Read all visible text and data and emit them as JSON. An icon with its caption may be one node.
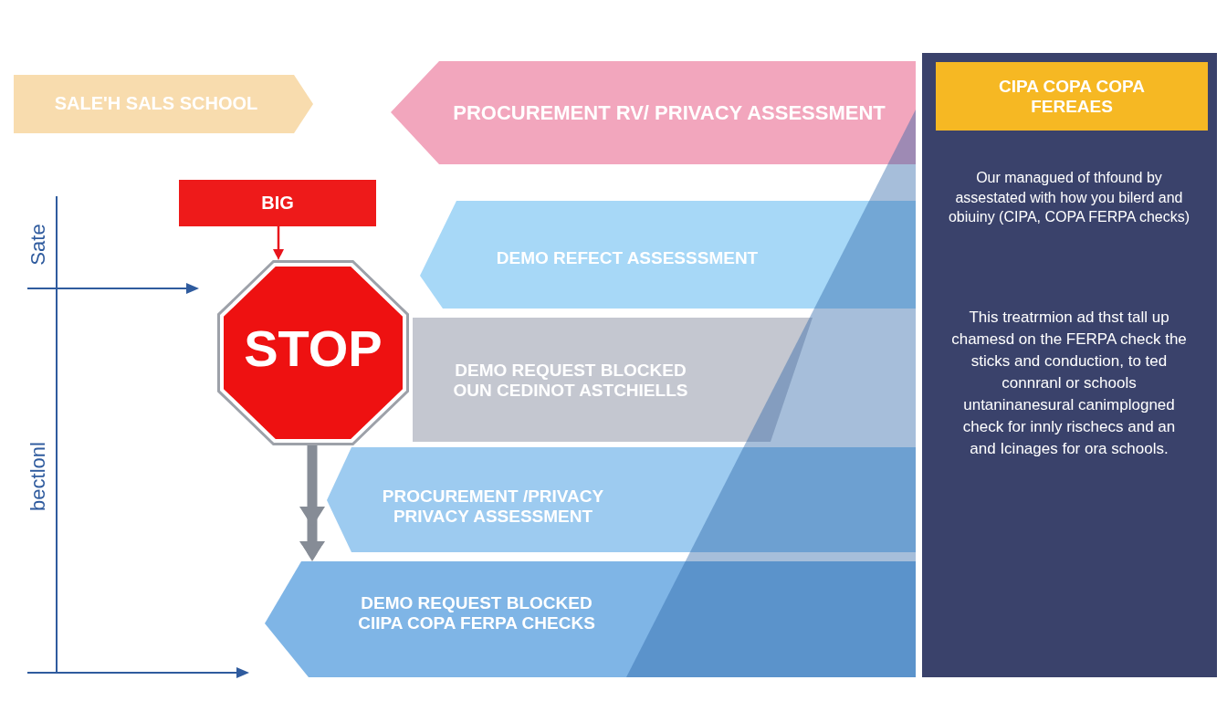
{
  "diagram": {
    "nodes": [
      {
        "text": [
          "SALE'H SALS SCHOOL"
        ]
      },
      {
        "text": [
          "PROCUREMENT RV/ PRIVACY ASSESSMENT"
        ]
      },
      {
        "text": [
          "BIG"
        ]
      },
      {
        "text": [
          "STOP"
        ]
      },
      {
        "text": [
          "DEMO REFECT ASSESSSMENT"
        ]
      },
      {
        "text": [
          "DEMO REQUEST BLOCKED OUN CEDINOT ASTCHIELLS"
        ]
      },
      {
        "text": [
          "PROCUREMENT /PRIVACY PRIVACY ASSESSMENT"
        ]
      },
      {
        "text": [
          "DEMO REQUEST BLOCKED CIIPA COPA FERPA CHECKS"
        ]
      },
      {
        "text": [
          "Our managued of thfound by assestated with how you bilerd and obiuiny (CIPA, COPA FERPA checks)",
          "This treatrmion ad thst tall up chamesd on the FERPA check the sticks and conduction, to ted connranl or schools untaninanesural canimplogned check for innly rischecs and an and Icinages for ora schools."
        ]
      },
      {
        "text": [
          "CIPA COPA COPA FEREAES"
        ],
        "in": 8
      },
      {
        "text": [],
        "shape": "triangle"
      }
    ],
    "edges": [
      {
        "from": 2,
        "to": 3,
        "arrow": "to",
        "color": "#e8141c"
      },
      {
        "from": 3,
        "to": 7,
        "arrow": "to",
        "style": "thick",
        "color": "#868c96"
      }
    ],
    "labels": [
      "Sate",
      "bectlonl"
    ]
  }
}
